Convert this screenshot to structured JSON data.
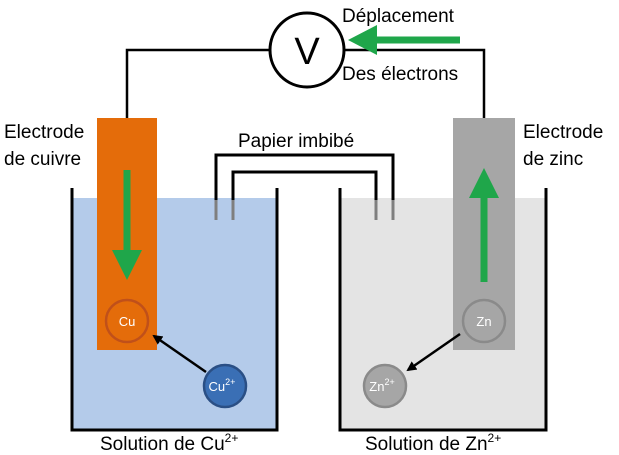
{
  "labels": {
    "deplacement": "Déplacement",
    "des_electrons": "Des électrons",
    "voltmeter": "V",
    "papier": "Papier imbibé",
    "electrode_cuivre_line1": "Electrode",
    "electrode_cuivre_line2": "de cuivre",
    "electrode_zinc_line1": "Electrode",
    "electrode_zinc_line2": "de zinc",
    "solution_cu_base": "Solution de Cu",
    "solution_cu_sup": "2+",
    "solution_zn_base": "Solution de Zn",
    "solution_zn_sup": "2+"
  },
  "ions": {
    "cu_atom": "Cu",
    "zn_atom": "Zn",
    "cu_ion_base": "Cu",
    "cu_ion_sup": "2+",
    "zn_ion_base": "Zn",
    "zn_ion_sup": "2+"
  },
  "colors": {
    "copper": "#E46C0A",
    "zinc": "#A6A6A6",
    "cu_solution": "#B4CBEA",
    "zn_solution": "#E4E4E4",
    "arrow_green": "#1FA64A",
    "cu_ion": "#3A6FB5"
  }
}
